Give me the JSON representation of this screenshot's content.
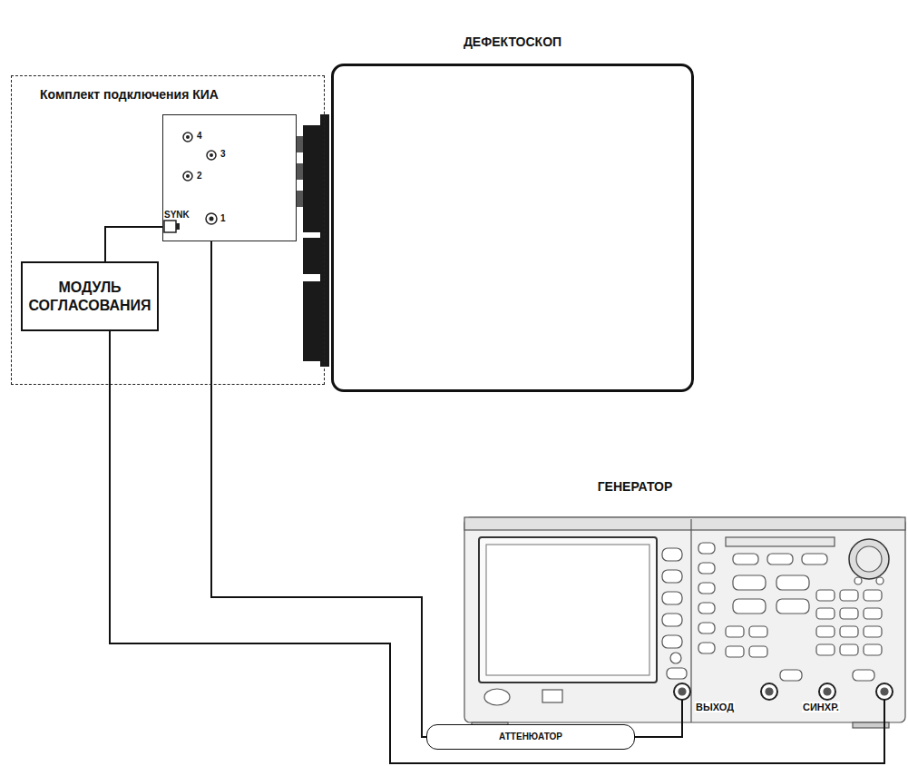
{
  "diagram": {
    "nodes": [
      {
        "text": [
          "Комплект подключения КИА"
        ]
      },
      {
        "text": [
          "4",
          "3",
          "2",
          "1",
          "SYNK"
        ],
        "in": 0
      },
      {
        "text": [
          "МОДУЛЬ СОГЛАСОВАНИЯ"
        ],
        "in": 0
      },
      {
        "text": [
          "ДЕФЕКТОСКОП"
        ]
      },
      {
        "text": [
          "ГЕНЕРАТОР"
        ]
      },
      {
        "text": [
          "АТТЕНЮАТОР"
        ]
      }
    ],
    "edges": [
      {
        "from": 2,
        "to": 1,
        "arrow": "none"
      },
      {
        "from": 1,
        "to": 5,
        "arrow": "none"
      },
      {
        "from": 5,
        "to": 4,
        "arrow": "none"
      },
      {
        "from": 2,
        "to": 4,
        "arrow": "none"
      }
    ],
    "labels": [
      "ВЫХОД",
      "СИНХР."
    ]
  }
}
